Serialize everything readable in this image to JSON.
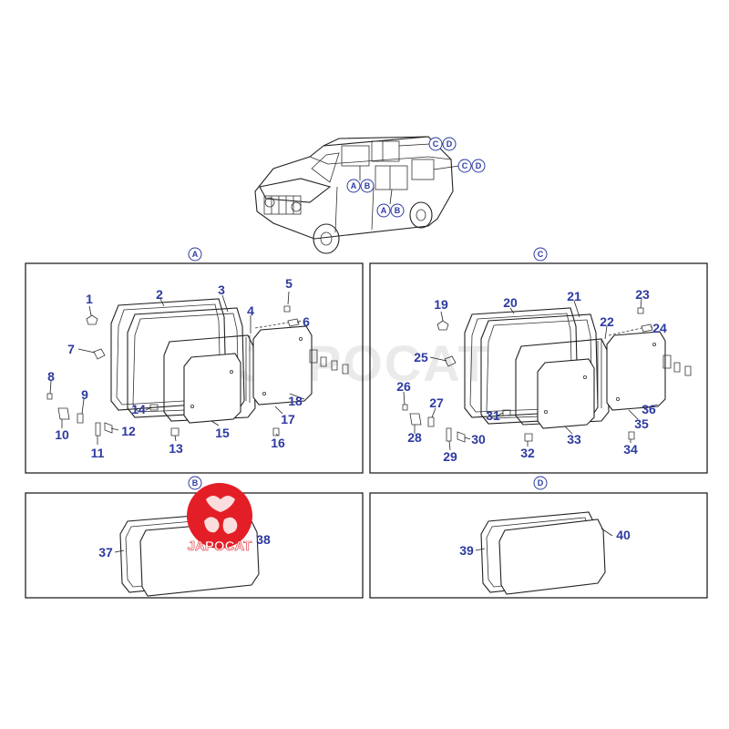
{
  "watermark": "JAPOCAT",
  "logo": {
    "text": "JAPOCAT",
    "color": "#e41e26"
  },
  "accent_color": "#2d3aa0",
  "view_labels": {
    "A": "A",
    "B": "B",
    "C": "C",
    "D": "D"
  },
  "panels": {
    "A": {
      "letter": "A",
      "callouts": [
        "1",
        "2",
        "3",
        "4",
        "5",
        "6",
        "7",
        "8",
        "9",
        "10",
        "11",
        "12",
        "13",
        "14",
        "15",
        "16",
        "17",
        "18"
      ]
    },
    "C": {
      "letter": "C",
      "callouts": [
        "19",
        "20",
        "21",
        "22",
        "23",
        "24",
        "25",
        "26",
        "27",
        "28",
        "29",
        "30",
        "31",
        "32",
        "33",
        "34",
        "35",
        "36"
      ]
    },
    "B": {
      "letter": "B",
      "callouts": [
        "37",
        "38"
      ]
    },
    "D": {
      "letter": "D",
      "callouts": [
        "39",
        "40"
      ]
    }
  }
}
